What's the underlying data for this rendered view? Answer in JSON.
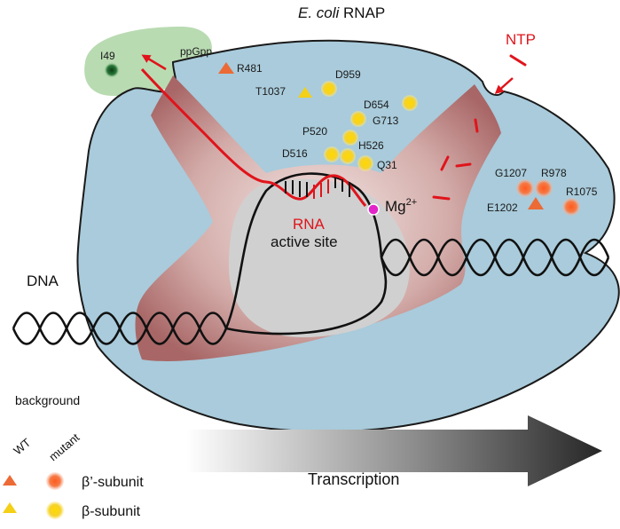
{
  "title": {
    "italic": "E. coli",
    "rest": " RNAP"
  },
  "labels": {
    "ppgpp": "ppGpp",
    "ntp": "NTP",
    "dna": "DNA",
    "rna": "RNA",
    "active_site": "active site",
    "mg": "Mg",
    "mg_sup": "2+",
    "transcription": "Transcription"
  },
  "legend": {
    "heading": "background",
    "wt": "WT",
    "mutant": "mutant",
    "beta_prime": "β’-subunit",
    "beta": "β-subunit"
  },
  "residues": {
    "i49": "I49",
    "r481": "R481",
    "t1037": "T1037",
    "d959": "D959",
    "d654": "D654",
    "g713": "G713",
    "p520": "P520",
    "h526": "H526",
    "d516": "D516",
    "q31": "Q31",
    "g1207": "G1207",
    "r978": "R978",
    "r1075": "R1075",
    "e1202": "E1202"
  },
  "colors": {
    "enzyme_body": "#a9cbdb",
    "channel": "#c79b98",
    "channel_dark": "#a45f5f",
    "active_site": "#d0d0d0",
    "rna": "#e0141b",
    "beta_prime_marker": "#ec6a35",
    "beta_marker": "#f4d016",
    "omega_subunit": "#b9dbb2",
    "magnesium": "#e324c9"
  }
}
